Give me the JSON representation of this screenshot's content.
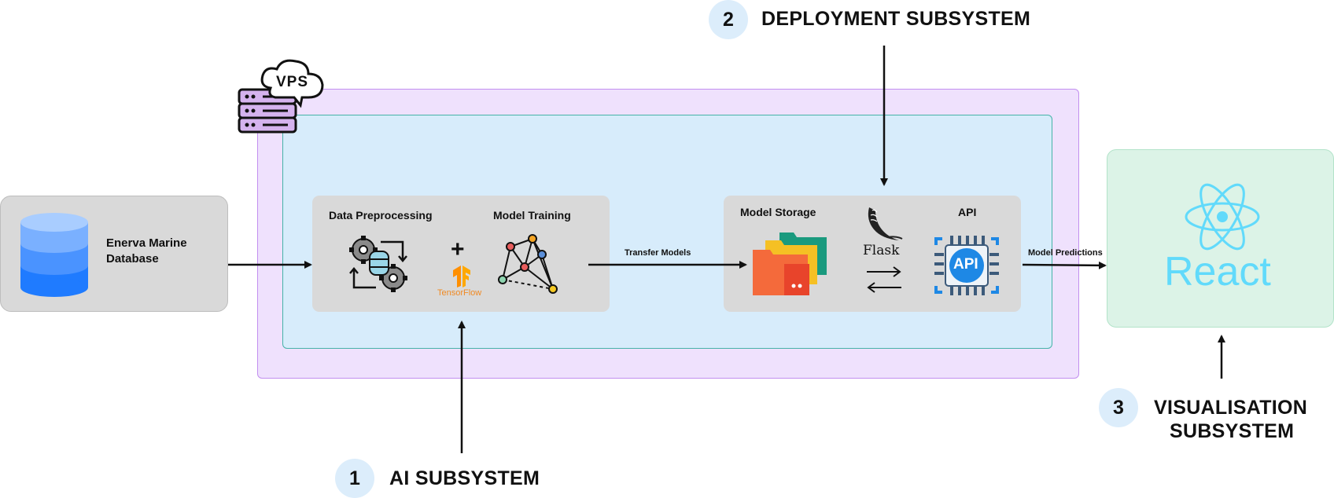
{
  "database": {
    "label_line1": "Enerva  Marine",
    "label_line2": "Database"
  },
  "vps": {
    "icon_text": "VPS"
  },
  "ai": {
    "preprocessing_label": "Data Preprocessing",
    "training_label": "Model Training",
    "plus": "+",
    "tensorflow_label": "TensorFlow"
  },
  "deployment": {
    "storage_label": "Model Storage",
    "api_label": "API",
    "flask_label": "Flask",
    "api_chip_text": "API"
  },
  "arrows": {
    "transfer_models": "Transfer Models",
    "model_predictions": "Model Predictions"
  },
  "react": {
    "label": "React"
  },
  "subsystems": [
    {
      "number": "1",
      "name": "AI SUBSYSTEM"
    },
    {
      "number": "2",
      "name": "DEPLOYMENT SUBSYSTEM"
    },
    {
      "number": "3",
      "name_line1": "VISUALISATION",
      "name_line2": "SUBSYSTEM"
    }
  ],
  "colors": {
    "vps_outer": "#efe1fd",
    "vps_inner": "#d7ecfb",
    "panel": "#d9d9d9",
    "react_panel": "#dcf3e7",
    "react_blue": "#61dafb",
    "database_blue": "#3d8bff",
    "badge": "#dcedfb"
  }
}
